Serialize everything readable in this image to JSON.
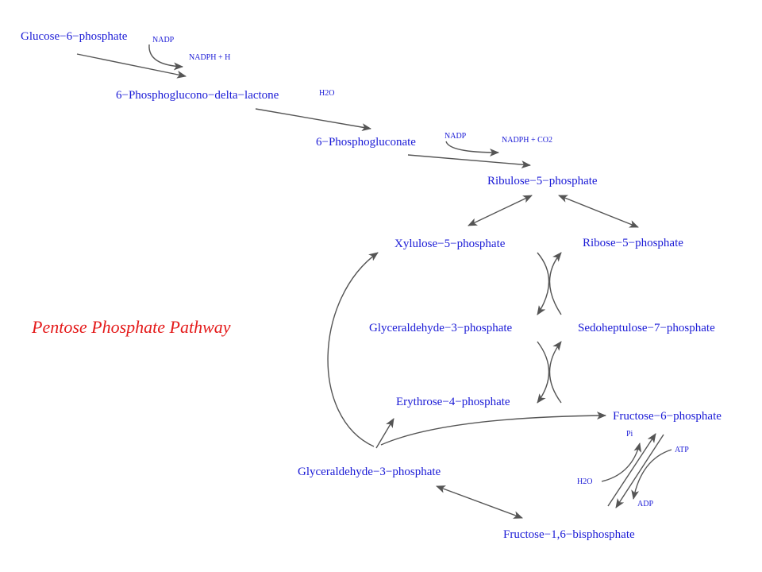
{
  "title": "Pentose Phosphate Pathway",
  "colors": {
    "metabolite": "#1a1ad6",
    "title": "#e41a1a",
    "arrow": "#555555"
  },
  "metabolites": {
    "glucose_6_phosphate": "Glucose−6−phosphate",
    "phosphoglucono_lactone": "6−Phosphoglucono−delta−lactone",
    "phosphogluconate": "6−Phosphogluconate",
    "ribulose_5_phosphate": "Ribulose−5−phosphate",
    "xylulose_5_phosphate": "Xylulose−5−phosphate",
    "ribose_5_phosphate": "Ribose−5−phosphate",
    "glyceraldehyde_3_phosphate_upper": "Glyceraldehyde−3−phosphate",
    "sedoheptulose_7_phosphate": "Sedoheptulose−7−phosphate",
    "erythrose_4_phosphate": "Erythrose−4−phosphate",
    "fructose_6_phosphate": "Fructose−6−phosphate",
    "glyceraldehyde_3_phosphate_lower": "Glyceraldehyde−3−phosphate",
    "fructose_1_6_bisphosphate": "Fructose−1,6−bisphosphate"
  },
  "cofactors": {
    "nadp_1": "NADP",
    "nadph_h": "NADPH + H",
    "h2o_1": "H2O",
    "nadp_2": "NADP",
    "nadph_co2": "NADPH + CO2",
    "pi": "Pi",
    "atp": "ATP",
    "h2o_2": "H2O",
    "adp": "ADP"
  }
}
